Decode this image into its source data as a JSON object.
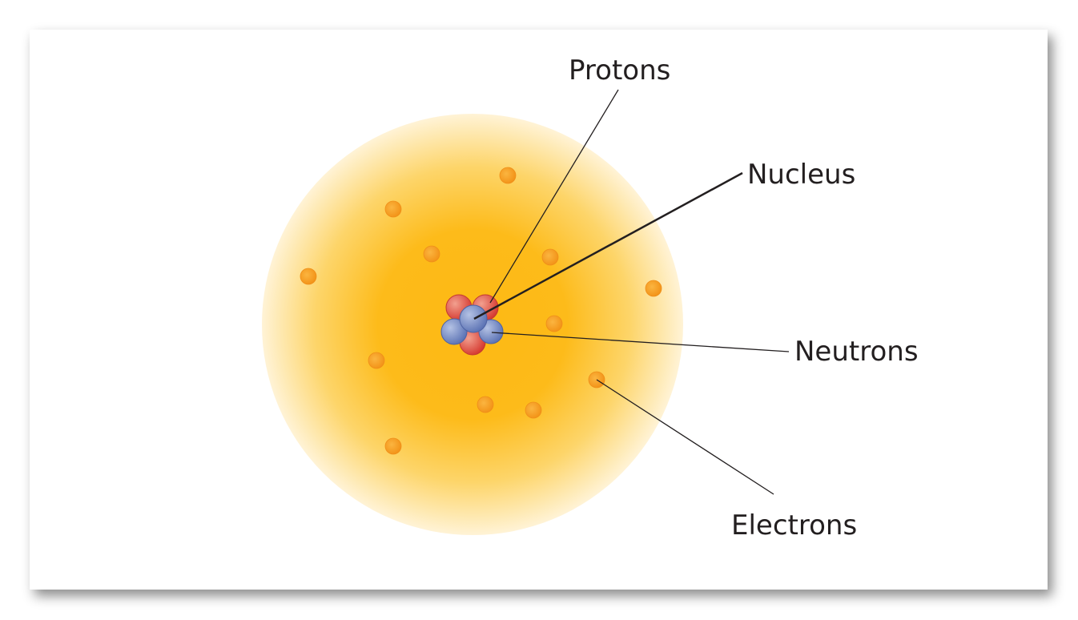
{
  "labels": {
    "protons": "Protons",
    "nucleus": "Nucleus",
    "neutrons": "Neutrons",
    "electrons": "Electrons"
  },
  "colors": {
    "cloud_core": "#fdb913",
    "cloud_edge": "#fff6dc",
    "proton": "#d9443a",
    "neutron": "#6f86c2",
    "electron": "#f7a21b",
    "leader_line": "#231f20"
  },
  "counts": {
    "protons": 3,
    "neutrons": 3,
    "electrons": 12
  }
}
